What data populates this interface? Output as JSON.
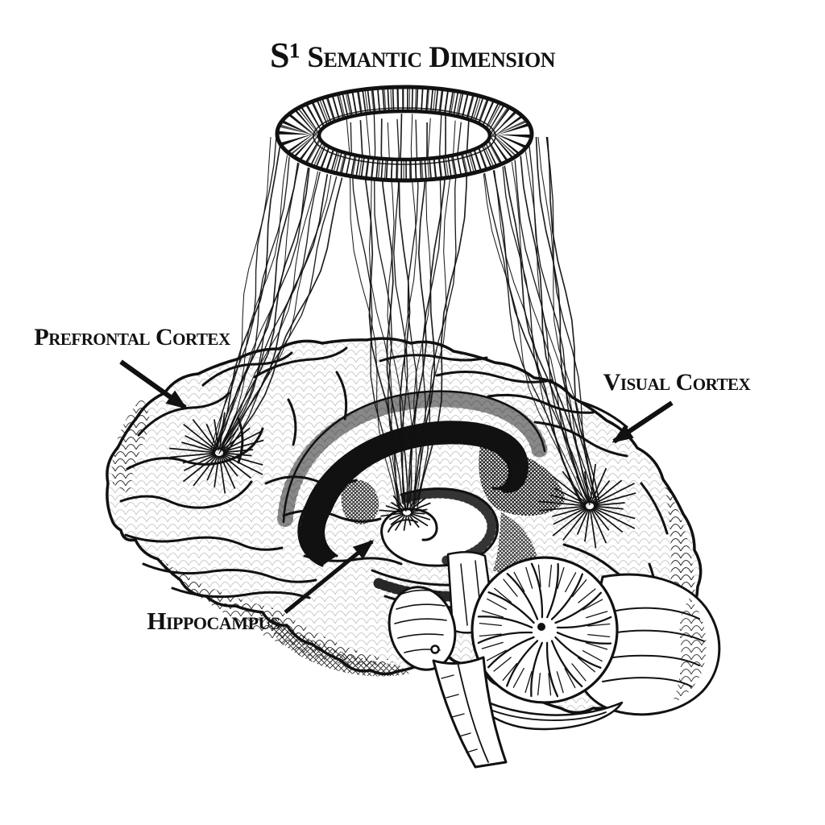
{
  "title": {
    "symbol": "S¹",
    "text": "Semantic Dimension"
  },
  "labels": {
    "prefrontal": "Prefrontal Cortex",
    "visual": "Visual Cortex",
    "hippocampus": "Hippocampus"
  },
  "style": {
    "ink": "#111111",
    "background": "#ffffff"
  },
  "alt": "Engraving-style drawing of a human brain; fiber bundles rise from the prefrontal cortex, hippocampus and visual cortex and weave upward into a torus ring labeled S1 semantic dimension"
}
